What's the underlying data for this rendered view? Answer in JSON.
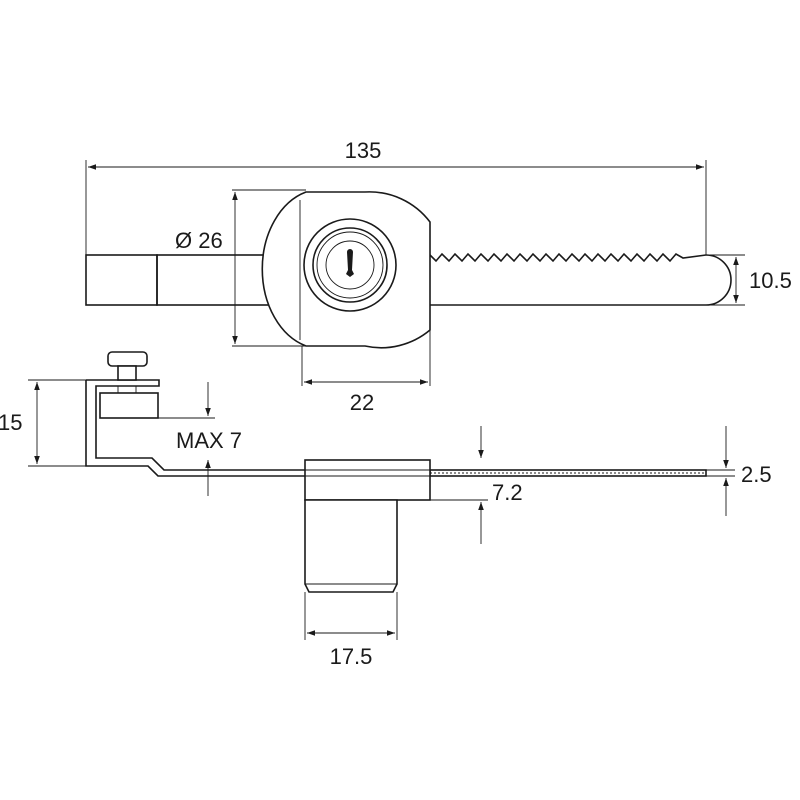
{
  "drawing": {
    "dimensions": {
      "overall_length": "135",
      "lock_diameter": "Ø 26",
      "lock_width": "22",
      "bar_height": "10.5",
      "clamp_height": "15",
      "max_thickness": "MAX 7",
      "strip_thickness": "2.5",
      "body_offset": "7.2",
      "cylinder_width": "17.5"
    }
  }
}
